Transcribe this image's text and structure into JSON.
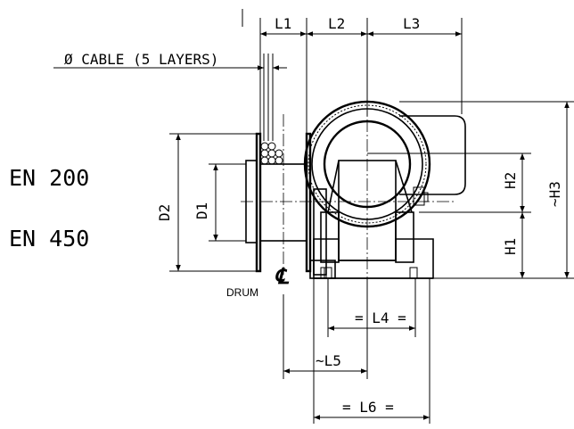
{
  "labels": {
    "cable": "Ø CABLE (5 LAYERS)",
    "model_1": "EN 200",
    "model_2": "EN 450",
    "drum": "DRUM",
    "centerline": "℄"
  },
  "dimensions": {
    "L1": "L1",
    "L2": "L2",
    "L3": "L3",
    "L4": "= L4 =",
    "L5": "~L5",
    "L6": "= L6 =",
    "D1": "D1",
    "D2": "D2",
    "H1": "H1",
    "H2": "H2",
    "H3": "~H3"
  }
}
